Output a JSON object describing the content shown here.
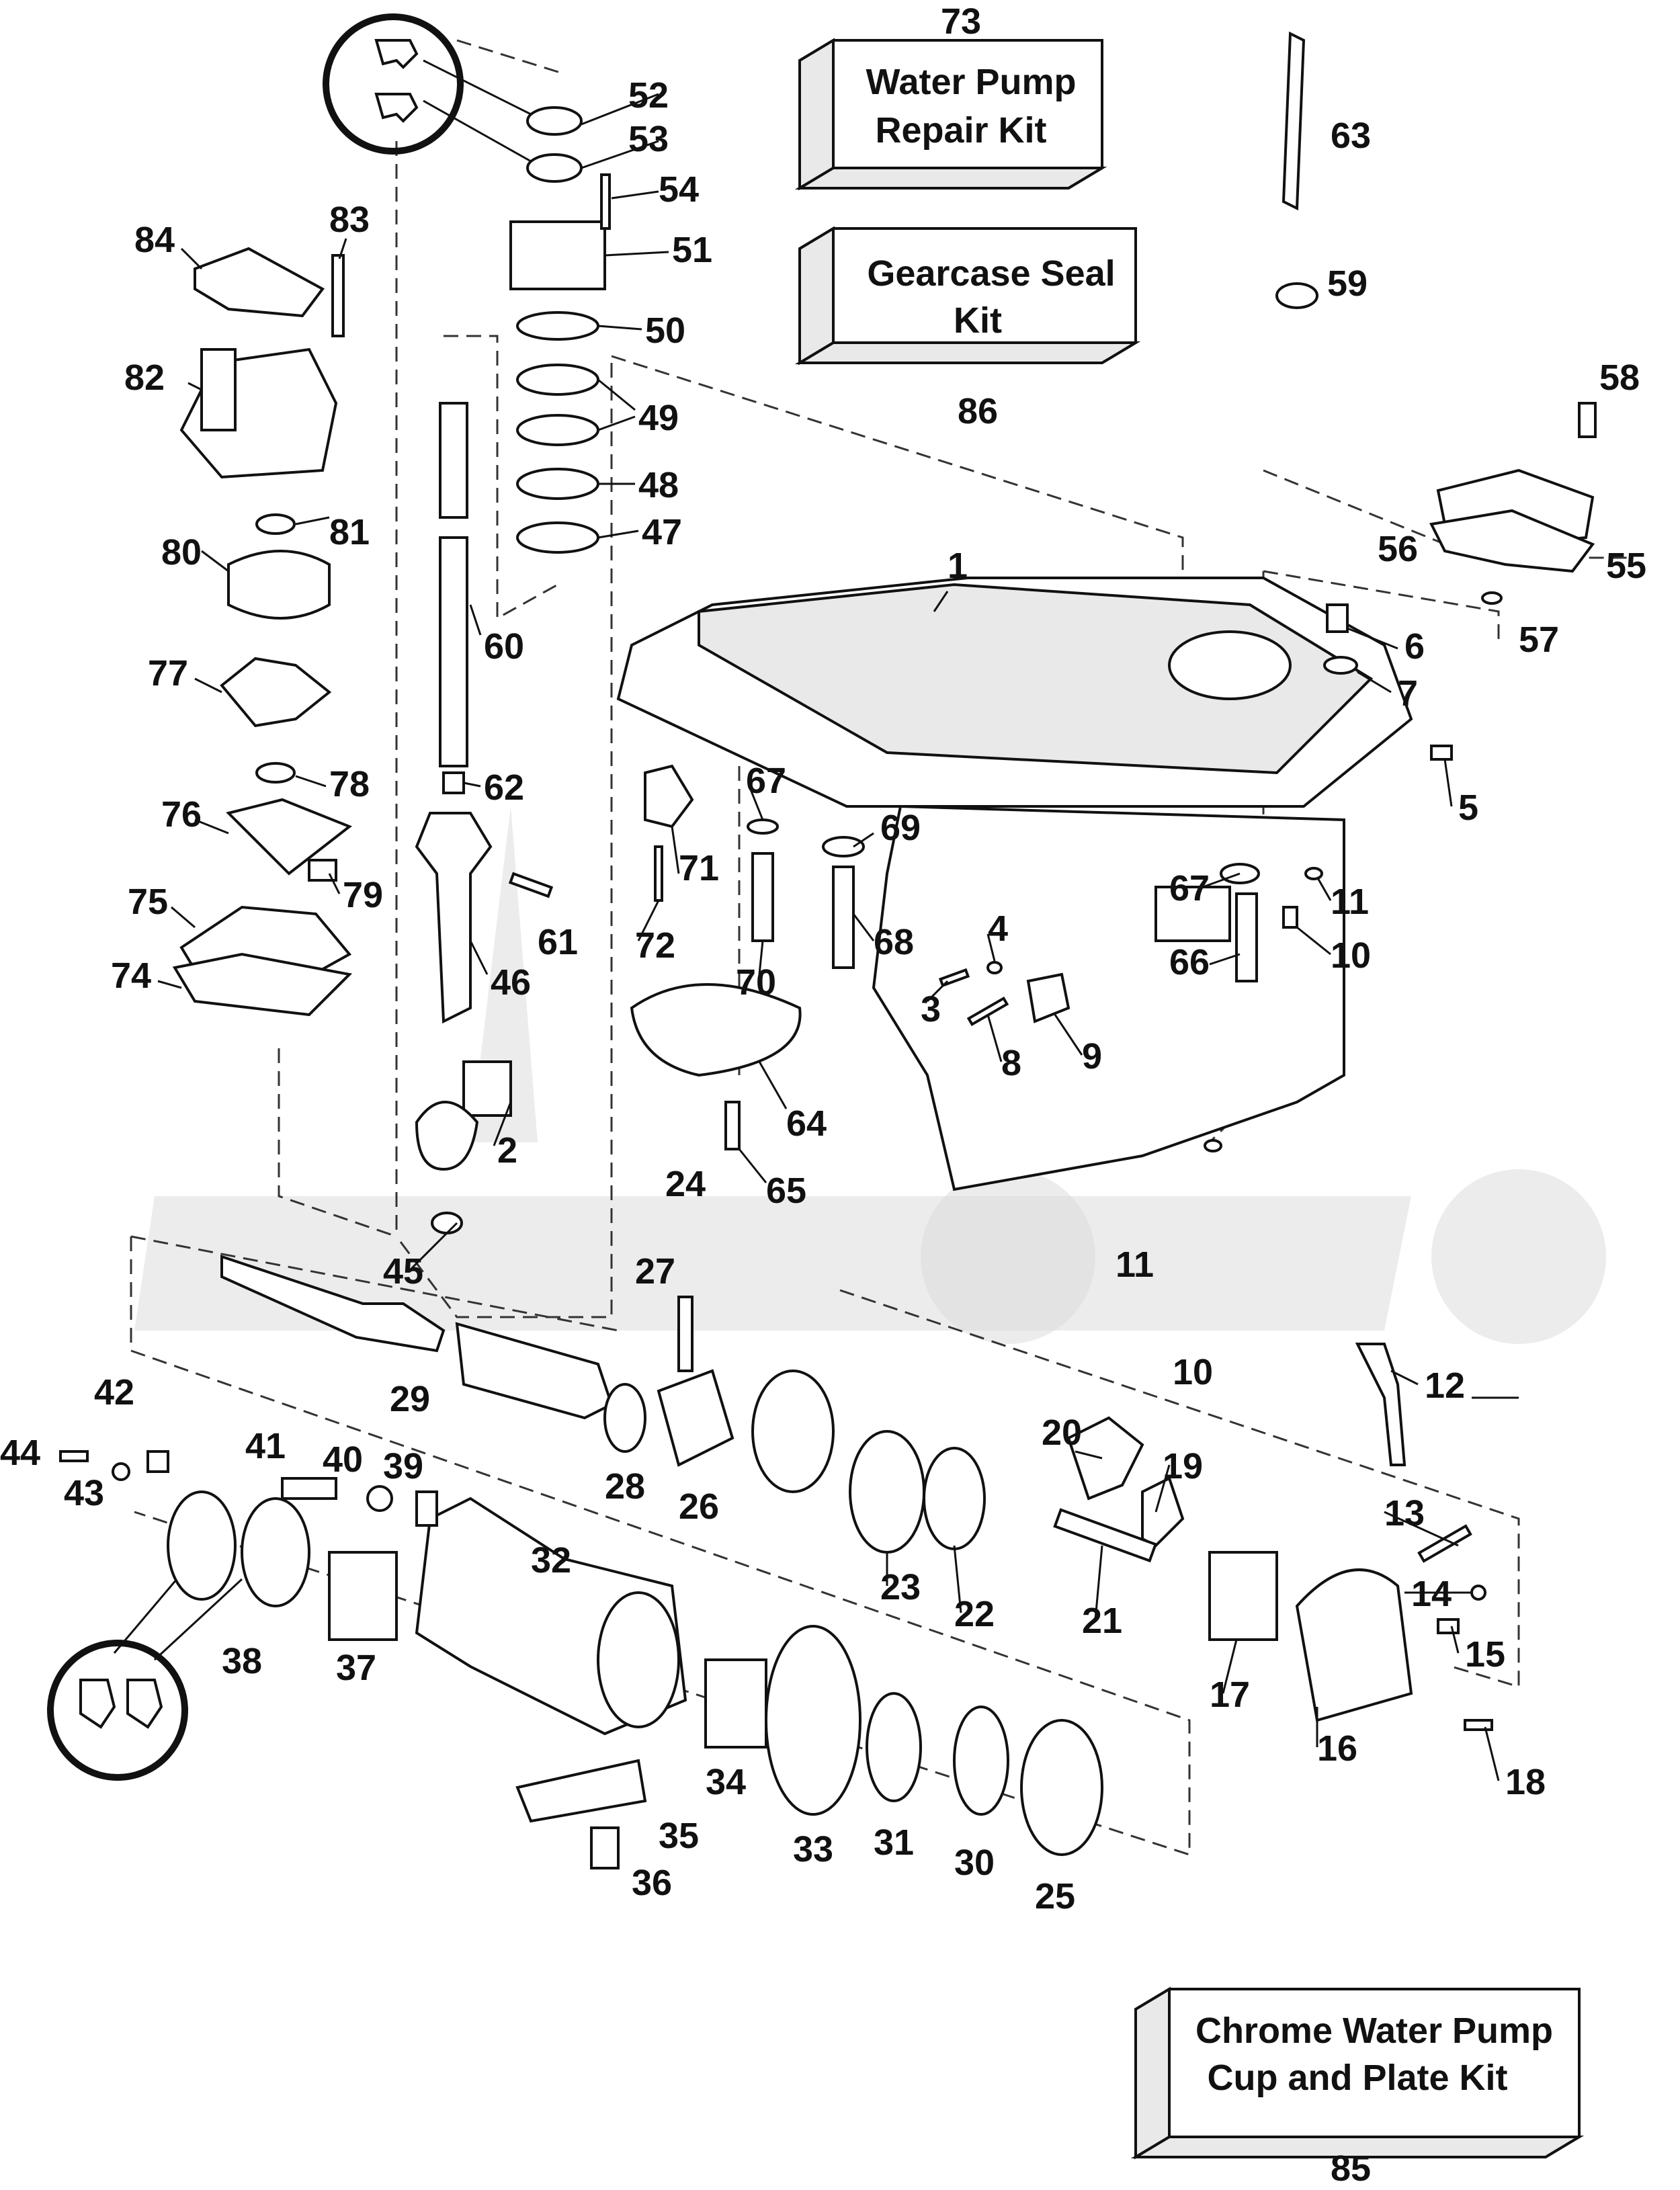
{
  "kits": [
    {
      "number": "73",
      "line1": "Water Pump",
      "line2": "Repair Kit"
    },
    {
      "number": "86",
      "line1": "Gearcase Seal",
      "line2": "Kit"
    },
    {
      "number": "85",
      "line1": "Chrome Water Pump",
      "line2": "Cup and Plate Kit"
    }
  ],
  "parts": {
    "p1": "1",
    "p2": "2",
    "p3": "3",
    "p4": "4",
    "p5": "5",
    "p6": "6",
    "p7": "7",
    "p8": "8",
    "p9": "9",
    "p10a": "10",
    "p10b": "10",
    "p11a": "11",
    "p11b": "11",
    "p12": "12",
    "p13": "13",
    "p14": "14",
    "p15": "15",
    "p16": "16",
    "p17": "17",
    "p18": "18",
    "p19": "19",
    "p20": "20",
    "p21": "21",
    "p22": "22",
    "p23": "23",
    "p24": "24",
    "p25": "25",
    "p26": "26",
    "p27": "27",
    "p28": "28",
    "p29": "29",
    "p30": "30",
    "p31": "31",
    "p32": "32",
    "p33": "33",
    "p34": "34",
    "p35": "35",
    "p36": "36",
    "p37": "37",
    "p38": "38",
    "p39": "39",
    "p40": "40",
    "p41": "41",
    "p42": "42",
    "p43": "43",
    "p44": "44",
    "p45": "45",
    "p46": "46",
    "p47": "47",
    "p48": "48",
    "p49": "49",
    "p50": "50",
    "p51": "51",
    "p52": "52",
    "p53": "53",
    "p54": "54",
    "p55": "55",
    "p56": "56",
    "p57": "57",
    "p58": "58",
    "p59": "59",
    "p60": "60",
    "p61": "61",
    "p62": "62",
    "p63": "63",
    "p64": "64",
    "p65": "65",
    "p66": "66",
    "p67a": "67",
    "p67b": "67",
    "p68": "68",
    "p69": "69",
    "p70": "70",
    "p71": "71",
    "p72": "72",
    "p74": "74",
    "p75": "75",
    "p76": "76",
    "p77": "77",
    "p78": "78",
    "p79": "79",
    "p80": "80",
    "p81": "81",
    "p82": "82",
    "p83": "83",
    "p84": "84"
  }
}
